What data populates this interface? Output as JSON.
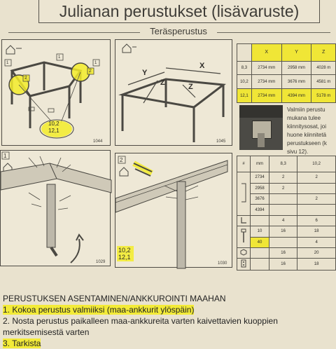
{
  "header": {
    "title": "Julianan perustukset (lisävaruste)",
    "subtitle": "Teräsperustus"
  },
  "panel_top_left": {
    "labels": [
      "1",
      "1",
      "1",
      "2",
      "2"
    ],
    "size_labels": [
      "10,2",
      "12,1"
    ],
    "code": "1044"
  },
  "panel_top_middle": {
    "axis_labels": [
      "X",
      "Y",
      "Z",
      "Z"
    ],
    "code": "1045"
  },
  "dimension_table": {
    "columns": [
      "",
      "X",
      "Y",
      "Z"
    ],
    "rows": [
      [
        "8,3",
        "2734 mm",
        "2958 mm",
        "4028 m"
      ],
      [
        "10,2",
        "2734 mm",
        "3676 mm",
        "4581 m"
      ],
      [
        "12,1",
        "2734 mm",
        "4394 mm",
        "5178 m"
      ]
    ]
  },
  "photo_caption": [
    "Valmiin perustu",
    "mukana tulee",
    "kiinnitysosat, joi",
    "huone kiinnitetä",
    "perustukseen (k",
    "sivu 12)."
  ],
  "panel_bottom_left": {
    "step": "1",
    "code": "1029"
  },
  "panel_bottom_middle": {
    "step": "2",
    "size_labels": [
      "10,2",
      "12,1"
    ],
    "code": "1030"
  },
  "parts_table": {
    "headers": [
      "#",
      "mm",
      "8,3",
      "10,2"
    ],
    "rows": [
      [
        "",
        "2734",
        "2",
        "2"
      ],
      [
        "",
        "2958",
        "2",
        ""
      ],
      [
        "",
        "3676",
        "",
        "2"
      ],
      [
        "",
        "4394",
        "",
        ""
      ],
      [
        "",
        "",
        "4",
        "6"
      ],
      [
        "",
        "10",
        "16",
        "18"
      ],
      [
        "",
        "40",
        "",
        "4"
      ],
      [
        "",
        "",
        "16",
        "20"
      ],
      [
        "",
        "",
        "16",
        "18"
      ]
    ]
  },
  "instructions": {
    "heading": "PERUSTUKSEN ASENTAMINEN/ANKKUROINTI MAAHAN",
    "step1": "1. Kokoa perustus valmiiksi (maa-ankkurit ylöspäin)",
    "step2a": "2. Nosta perustus paikalleen maa-ankkureita varten kaivettavien kuoppien",
    "step2b": "merkitsemisestä varten",
    "step3": "3. Tarkista"
  }
}
